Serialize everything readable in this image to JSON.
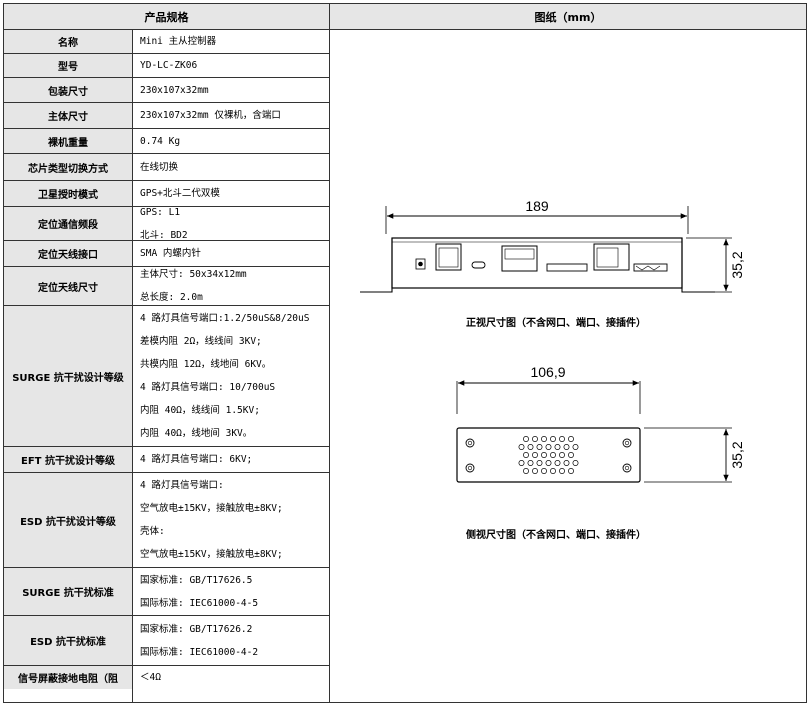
{
  "headers": {
    "spec": "产品规格",
    "drawing": "图纸（mm）"
  },
  "rows": [
    {
      "label": "名称",
      "values": [
        "Mini 主从控制器"
      ]
    },
    {
      "label": "型号",
      "values": [
        "YD-LC-ZK06"
      ]
    },
    {
      "label": "包装尺寸",
      "values": [
        "230x107x32mm"
      ]
    },
    {
      "label": "主体尺寸",
      "values": [
        "230x107x32mm 仅裸机，含端口"
      ]
    },
    {
      "label": "裸机重量",
      "values": [
        "0.74 Kg"
      ]
    },
    {
      "label": "芯片类型切换方式",
      "values": [
        "在线切换"
      ]
    },
    {
      "label": "卫星授时模式",
      "values": [
        "GPS+北斗二代双模"
      ]
    },
    {
      "label": "定位通信频段",
      "values": [
        "GPS: L1",
        "北斗: BD2"
      ]
    },
    {
      "label": "定位天线接口",
      "values": [
        "SMA 内螺内针"
      ]
    },
    {
      "label": "定位天线尺寸",
      "values": [
        "主体尺寸: 50x34x12mm",
        "总长度: 2.0m"
      ]
    },
    {
      "label": "SURGE 抗干扰设计等级",
      "values": [
        "4 路灯具信号端口:1.2/50uS&8/20uS",
        "差模内阻 2Ω，线线间 3KV;",
        "共模内阻 12Ω，线地间 6KV。",
        "4 路灯具信号端口: 10/700uS",
        "内阻 40Ω，线线间 1.5KV;",
        "内阻 40Ω，线地间 3KV。"
      ]
    },
    {
      "label": "EFT 抗干扰设计等级",
      "values": [
        "4 路灯具信号端口: 6KV;"
      ]
    },
    {
      "label": "ESD 抗干扰设计等级",
      "values": [
        "4 路灯具信号端口:",
        "空气放电±15KV，接触放电±8KV;",
        "壳体:",
        "空气放电±15KV，接触放电±8KV;"
      ]
    },
    {
      "label": "SURGE 抗干扰标准",
      "values": [
        "国家标准: GB/T17626.5",
        "国际标准: IEC61000-4-5"
      ]
    },
    {
      "label": "ESD 抗干扰标准",
      "values": [
        "国家标准: GB/T17626.2",
        "国际标准: IEC61000-4-2"
      ]
    },
    {
      "label": "信号屏蔽接地电阻（阻",
      "values": [
        "＜4Ω"
      ]
    }
  ],
  "drawing": {
    "front": {
      "width_dim": "189",
      "height_dim": "35,2",
      "caption": "正视尺寸图（不含网口、端口、接插件）"
    },
    "side": {
      "width_dim": "106,9",
      "height_dim": "35,2",
      "caption": "侧视尺寸图（不含网口、端口、接插件）"
    }
  }
}
